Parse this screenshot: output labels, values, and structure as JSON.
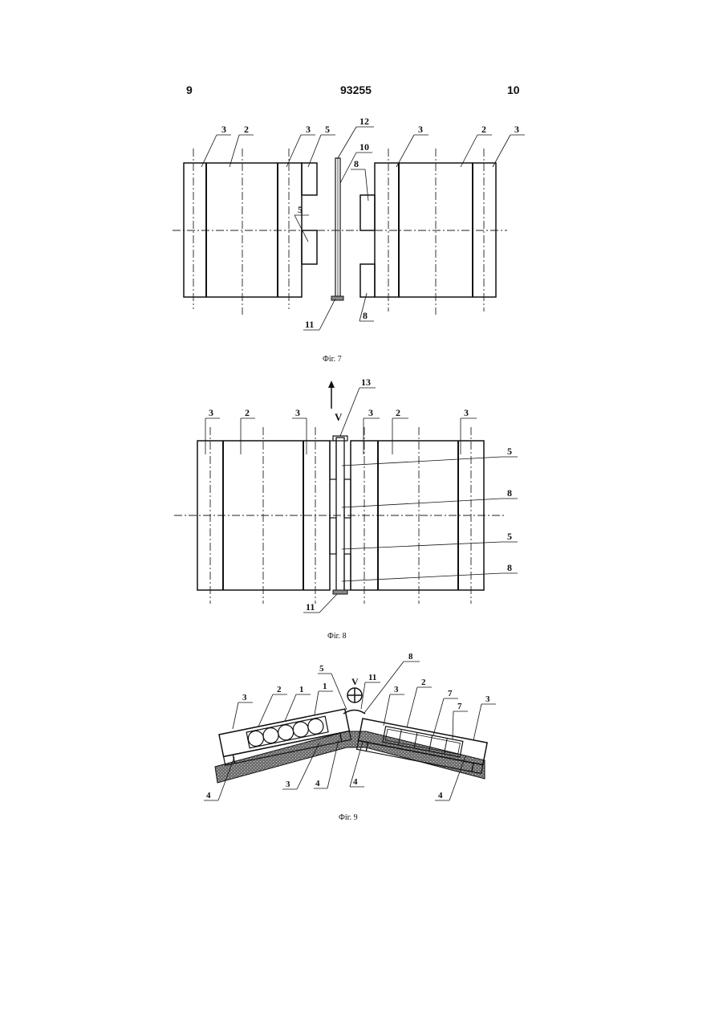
{
  "header": {
    "left": "9",
    "center": "93255",
    "right": "10"
  },
  "fig7": {
    "caption": "Фіг. 7",
    "labels": {
      "l3a": "3",
      "l2a": "2",
      "l3b": "3",
      "l5a": "5",
      "l12": "12",
      "l10": "10",
      "l3c": "3",
      "l2b": "2",
      "l3d": "3",
      "l8a": "8",
      "l5b": "5",
      "l11": "11",
      "l8b": "8"
    }
  },
  "fig8": {
    "caption": "Фіг. 8",
    "arrow_label": "V",
    "labels": {
      "l13": "13",
      "l3a": "3",
      "l2a": "2",
      "l3b": "3",
      "l3c": "3",
      "l2b": "2",
      "l3d": "3",
      "l5a": "5",
      "l8a": "8",
      "l5b": "5",
      "l8b": "8",
      "l11": "11"
    }
  },
  "fig9": {
    "caption": "Фіг. 9",
    "view_label": "V",
    "labels": {
      "l5": "5",
      "l11": "11",
      "l8": "8",
      "l3a": "3",
      "l2a": "2",
      "l1a": "1",
      "l1b": "1",
      "l3b": "3",
      "l2b": "2",
      "l7a": "7",
      "l7b": "7",
      "l3c": "3",
      "l4a": "4",
      "l3d": "3",
      "l4b": "4",
      "l4c": "4",
      "l4d": "4"
    }
  }
}
